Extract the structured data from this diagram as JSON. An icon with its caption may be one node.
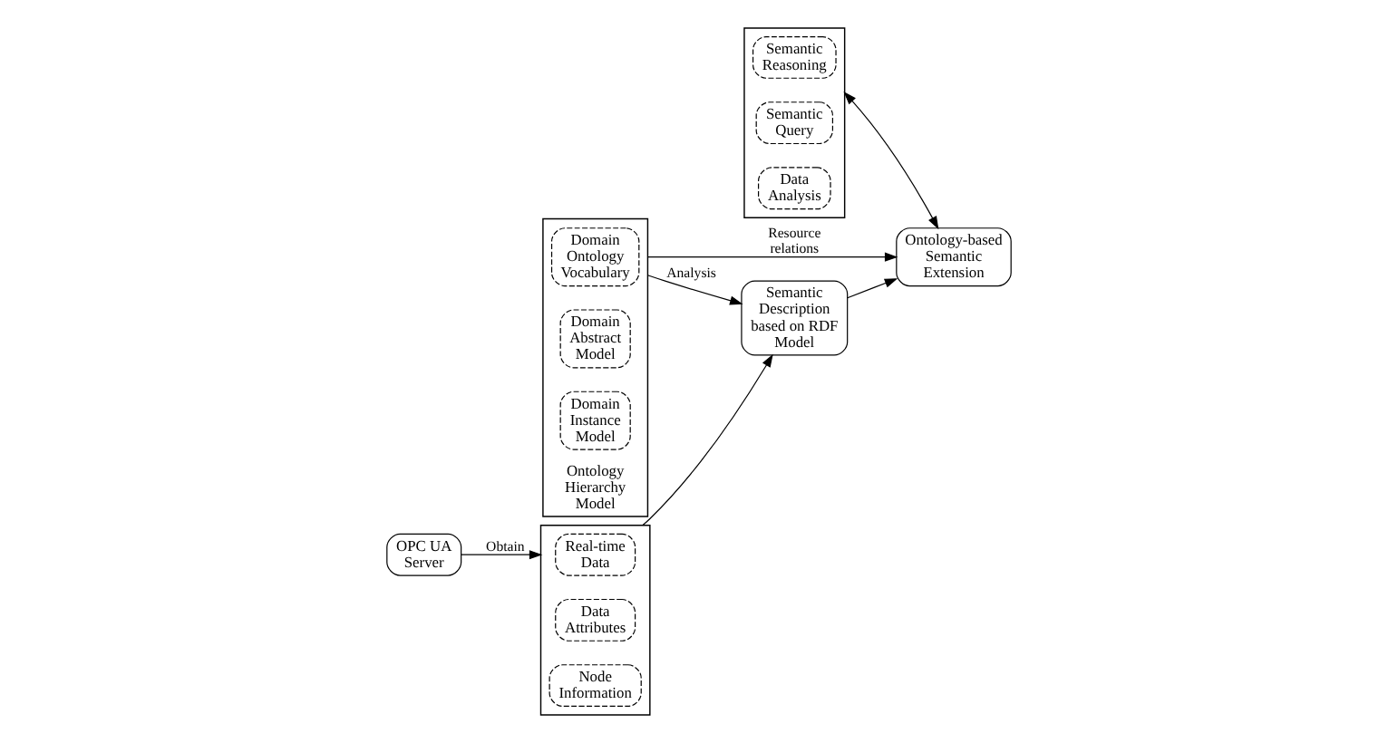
{
  "diagram": {
    "nodes": [
      {
        "text": [],
        "shape": "box"
      },
      {
        "text": [
          "Semantic Reasoning"
        ],
        "in": 0
      },
      {
        "text": [
          "Semantic Query"
        ],
        "in": 0
      },
      {
        "text": [
          "Data Analysis"
        ],
        "in": 0
      },
      {
        "text": [
          "Ontology-based Semantic Extension"
        ]
      },
      {
        "text": [
          "Ontology Hierarchy Model"
        ]
      },
      {
        "text": [
          "Domain Ontology Vocabulary"
        ],
        "in": 5
      },
      {
        "text": [
          "Domain Abstract Model"
        ],
        "in": 5
      },
      {
        "text": [
          "Domain Instance Model"
        ],
        "in": 5
      },
      {
        "text": [
          "OPC UA Server"
        ]
      },
      {
        "text": [],
        "shape": "box"
      },
      {
        "text": [
          "Real-time Data"
        ],
        "in": 10
      },
      {
        "text": [
          "Data Attributes"
        ],
        "in": 10
      },
      {
        "text": [
          "Node Information"
        ],
        "in": 10
      },
      {
        "text": [
          "Semantic Description based on RDF Model"
        ]
      }
    ],
    "edges": [
      {
        "from": 0,
        "to": 4,
        "arrow": "both"
      },
      {
        "from": 5,
        "to": 4,
        "arrow": "to",
        "label": "Resource relations"
      },
      {
        "from": 9,
        "to": 10,
        "arrow": "to",
        "label": "Obtain"
      },
      {
        "from": 10,
        "to": 14,
        "arrow": "to"
      },
      {
        "from": 14,
        "to": 4,
        "arrow": "to"
      },
      {
        "from": 5,
        "to": 14,
        "arrow": "to",
        "label": "Analysis"
      }
    ]
  }
}
